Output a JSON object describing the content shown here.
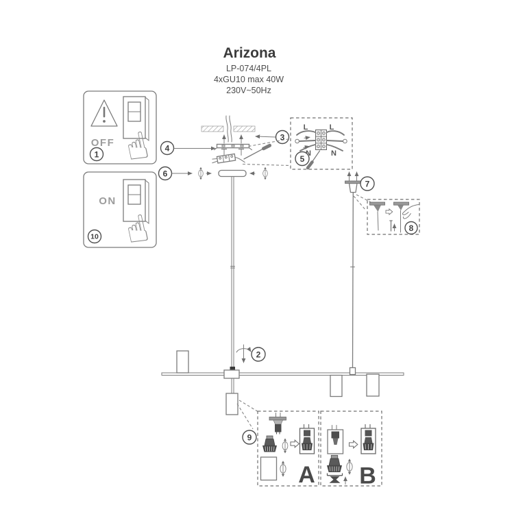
{
  "header": {
    "product_name": "Arizona",
    "model": "LP-074/4PL",
    "bulb_spec": "4xGU10 max 40W",
    "voltage": "230V~50Hz"
  },
  "switch_panels": {
    "off": {
      "label": "OFF",
      "warning_mark": "!"
    },
    "on": {
      "label": "ON"
    }
  },
  "wiring_diagram": {
    "terminals": {
      "top_left": "L",
      "top_right": "L",
      "bottom_left": "N",
      "bottom_right": "N"
    }
  },
  "steps": {
    "s1": "1",
    "s2": "2",
    "s3": "3",
    "s4": "4",
    "s5": "5",
    "s6": "6",
    "s7": "7",
    "s8": "8",
    "s9": "9",
    "s10": "10"
  },
  "mount_variants": {
    "variant_a": "A",
    "variant_b": "B"
  },
  "icons": {
    "hand": "☝"
  },
  "colors": {
    "line": "#7b7b7b",
    "dark_fill": "#4a4a4a",
    "text": "#3c3c3c",
    "muted_text": "#9c9c9c",
    "background": "#ffffff"
  }
}
